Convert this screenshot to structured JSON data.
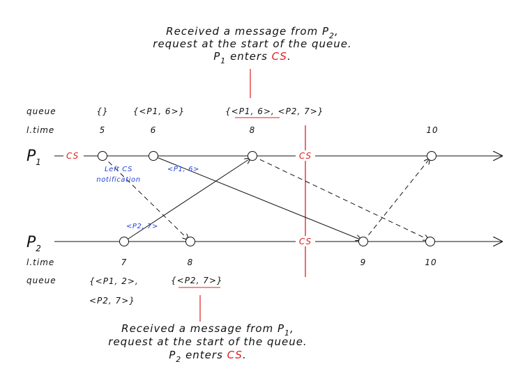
{
  "processes": {
    "p1": {
      "letter": "P",
      "index": "1",
      "cs_label": "CS"
    },
    "p2": {
      "letter": "P",
      "index": "2"
    }
  },
  "top_note": {
    "line1_pre": "Received a message from P",
    "line1_sub": "2",
    "line1_post": ",",
    "line2": "request at the start of the queue.",
    "line3_pre": "P",
    "line3_sub": "1",
    "line3_mid": " enters ",
    "line3_cs": "CS",
    "line3_end": "."
  },
  "bottom_note": {
    "line1_pre": "Received a message from P",
    "line1_sub": "1",
    "line1_post": ",",
    "line2": "request at the start of the queue.",
    "line3_pre": "P",
    "line3_sub": "2",
    "line3_mid": " enters ",
    "line3_cs": "CS",
    "line3_end": "."
  },
  "p1_rows": {
    "queue_label": "queue",
    "ltime_label": "l.time",
    "queues": [
      "{}",
      "{<P1, 6>}",
      "{",
      "<P1, 6>",
      ", <P2, 7>}"
    ],
    "times": [
      "5",
      "6",
      "8",
      "10"
    ]
  },
  "p2_rows": {
    "ltime_label": "l.time",
    "queue_label": "queue",
    "times": [
      "7",
      "8",
      "9",
      "10"
    ],
    "queue_a_line1": "{<P1, 2>,",
    "queue_a_line2": "<P2, 7>}",
    "queue_b_open": "{",
    "queue_b_inner": "<P2, 7>",
    "queue_b_close": "}"
  },
  "cs_marks": [
    "CS",
    "CS"
  ],
  "message_labels": {
    "left_cs_line1": "Left CS",
    "left_cs_line2": "notification",
    "p1_request": "<P1, 6>",
    "p2_request": "<P2, 7>"
  },
  "colors": {
    "accent": "#e01e1e",
    "message_label": "#1f3fd6",
    "ink": "#111111"
  }
}
